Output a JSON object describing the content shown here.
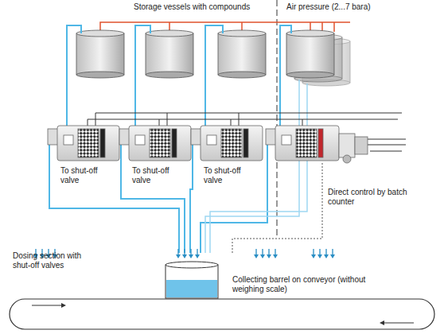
{
  "diagram": {
    "labels": [
      "Storage vessels with compounds",
      "Air pressure (2...7 bara)",
      "To shut-off valve",
      "To shut-off valve",
      "To shut-off valve",
      "Direct control by batch counter",
      "Dosing section with shut-off valves",
      "Collecting barrel on conveyor (without weighing scale)"
    ]
  }
}
